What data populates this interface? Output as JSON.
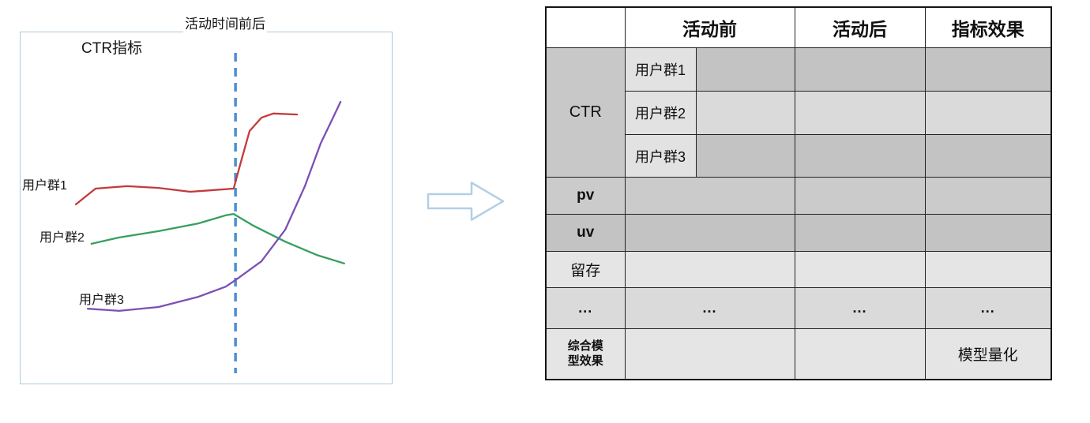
{
  "chart_data": {
    "type": "line",
    "title": "CTR指标",
    "annotations": [
      "活动时间前后"
    ],
    "xlabel": "",
    "ylabel": "",
    "axes_visible": false,
    "event_line_x": 57.9,
    "event_line_color": "#4a90d2",
    "series": [
      {
        "name": "用户群1",
        "color": "#c23b3b",
        "points": [
          [
            14.9,
            51
          ],
          [
            20.2,
            55.5
          ],
          [
            28.7,
            56.2
          ],
          [
            37.2,
            55.7
          ],
          [
            45.7,
            54.6
          ],
          [
            52.1,
            55.1
          ],
          [
            57.4,
            55.5
          ],
          [
            59.6,
            64
          ],
          [
            61.7,
            71.9
          ],
          [
            64.9,
            75.7
          ],
          [
            68.1,
            76.9
          ],
          [
            74.5,
            76.6
          ]
        ]
      },
      {
        "name": "用户群2",
        "color": "#35a05e",
        "points": [
          [
            19.1,
            39.8
          ],
          [
            26.6,
            41.6
          ],
          [
            37.2,
            43.4
          ],
          [
            47.9,
            45.6
          ],
          [
            55.3,
            47.9
          ],
          [
            57.4,
            48.3
          ],
          [
            62.8,
            44.9
          ],
          [
            71.3,
            40.4
          ],
          [
            79.8,
            36.6
          ],
          [
            87.2,
            34.2
          ]
        ]
      },
      {
        "name": "用户群3",
        "color": "#7b50b4",
        "points": [
          [
            18.1,
            21.3
          ],
          [
            26.6,
            20.7
          ],
          [
            37.2,
            21.8
          ],
          [
            47.9,
            24.7
          ],
          [
            55.3,
            27.6
          ],
          [
            58.5,
            29.9
          ],
          [
            64.9,
            34.8
          ],
          [
            71.3,
            43.8
          ],
          [
            76.6,
            56.2
          ],
          [
            80.9,
            68.5
          ],
          [
            84,
            75.3
          ],
          [
            86.2,
            80.2
          ]
        ]
      }
    ]
  },
  "icons": {
    "flow_arrow": "right-block-arrow"
  },
  "table": {
    "header": {
      "metric": "",
      "before": "活动前",
      "after": "活动后",
      "effect": "指标效果"
    },
    "ctr": {
      "label": "CTR",
      "sub_rows": [
        "用户群1",
        "用户群2",
        "用户群3"
      ]
    },
    "rows": {
      "pv": "pv",
      "uv": "uv",
      "retention": "留存",
      "ellipsis": "...",
      "model_label": "综合模型效果",
      "model_effect": "模型量化"
    }
  }
}
